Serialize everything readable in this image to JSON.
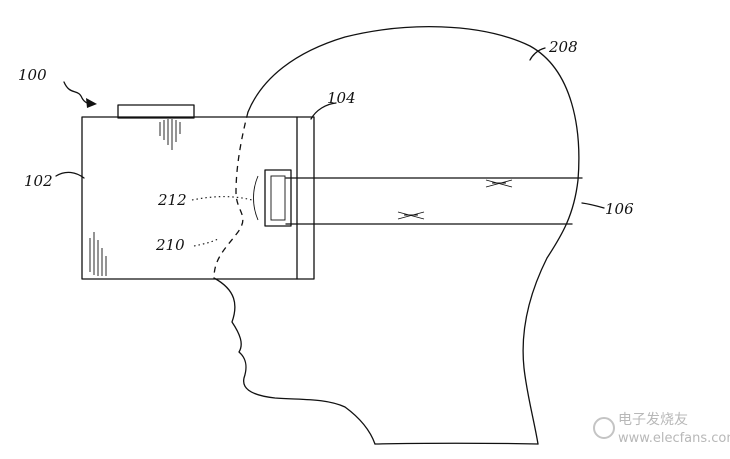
{
  "labels": {
    "device": "100",
    "housing": "102",
    "display": "104",
    "strap": "106",
    "head": "208",
    "face_outline": "210",
    "sensor": "212"
  },
  "watermark": {
    "text": "电子发烧友",
    "url": "www.elecfans.com"
  }
}
